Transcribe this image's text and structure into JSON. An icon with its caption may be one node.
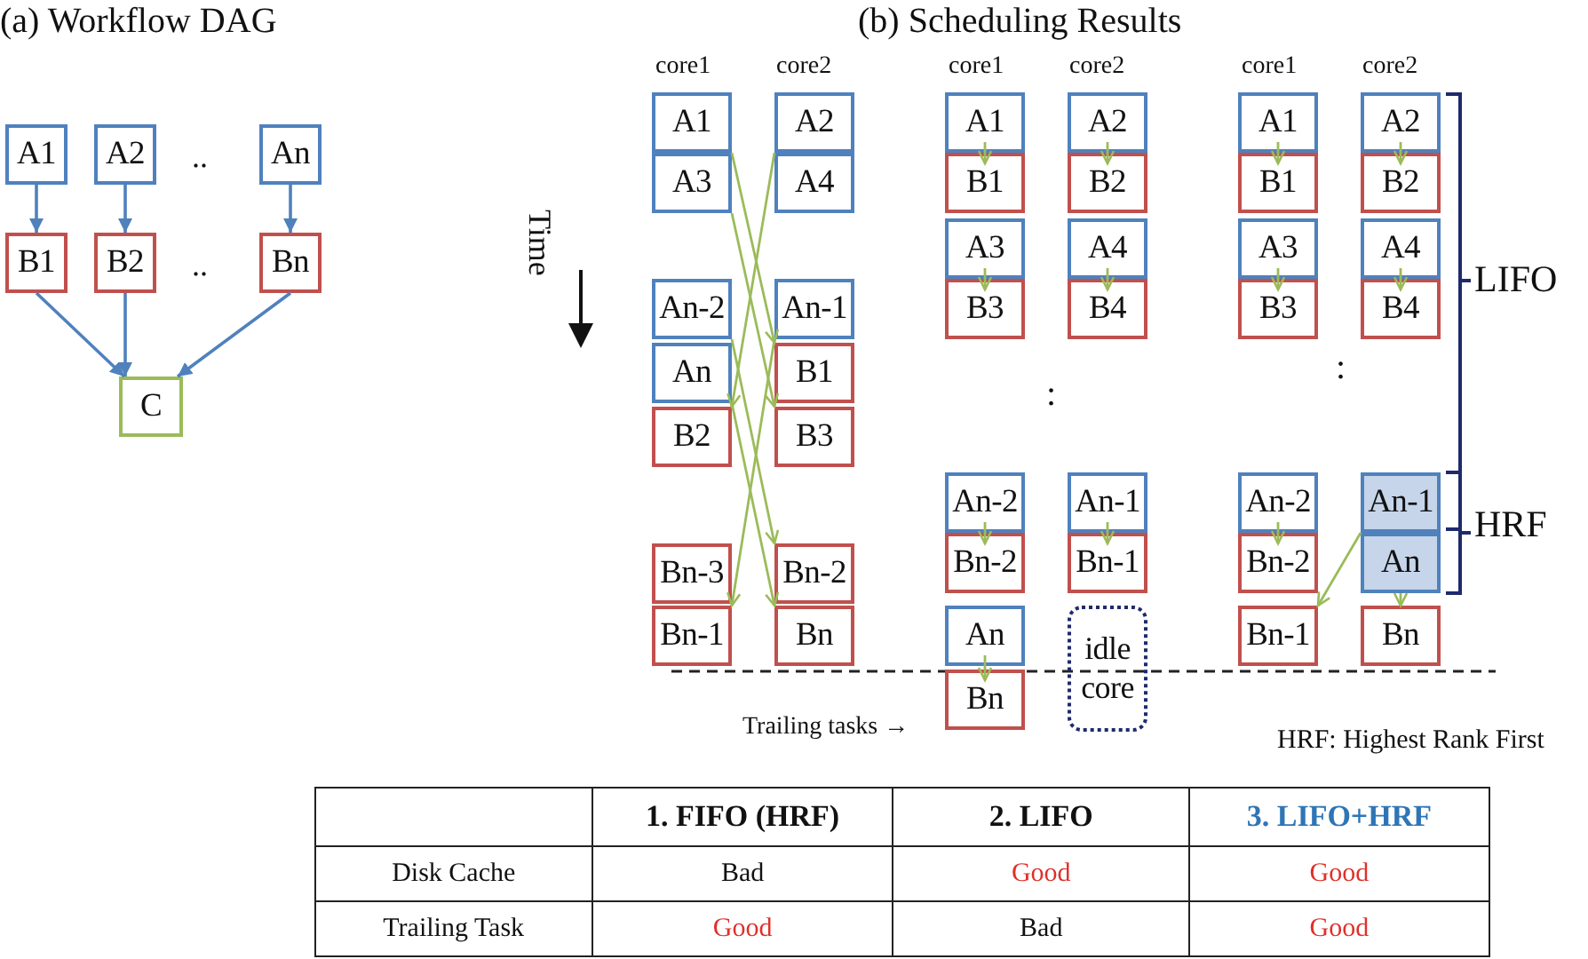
{
  "diagram": {
    "nodes": [
      {
        "text": [
          "A1"
        ]
      },
      {
        "text": [
          "A2"
        ]
      },
      {
        "text": [
          "An"
        ]
      },
      {
        "text": [
          "B1"
        ]
      },
      {
        "text": [
          "B2"
        ]
      },
      {
        "text": [
          "Bn"
        ]
      },
      {
        "text": [
          "C"
        ]
      },
      {
        "text": [
          "A1"
        ]
      },
      {
        "text": [
          "A2"
        ]
      },
      {
        "text": [
          "A3"
        ]
      },
      {
        "text": [
          "A4"
        ]
      },
      {
        "text": [
          "An-2"
        ]
      },
      {
        "text": [
          "An-1"
        ]
      },
      {
        "text": [
          "An"
        ]
      },
      {
        "text": [
          "B1"
        ]
      },
      {
        "text": [
          "B2"
        ]
      },
      {
        "text": [
          "B3"
        ]
      },
      {
        "text": [
          "Bn-3"
        ]
      },
      {
        "text": [
          "Bn-2"
        ]
      },
      {
        "text": [
          "Bn-1"
        ]
      },
      {
        "text": [
          "Bn"
        ]
      },
      {
        "text": [
          "A1"
        ]
      },
      {
        "text": [
          "A2"
        ]
      },
      {
        "text": [
          "B1"
        ]
      },
      {
        "text": [
          "B2"
        ]
      },
      {
        "text": [
          "A3"
        ]
      },
      {
        "text": [
          "A4"
        ]
      },
      {
        "text": [
          "B3"
        ]
      },
      {
        "text": [
          "B4"
        ]
      },
      {
        "text": [
          "An-2"
        ]
      },
      {
        "text": [
          "An-1"
        ]
      },
      {
        "text": [
          "Bn-2"
        ]
      },
      {
        "text": [
          "Bn-1"
        ]
      },
      {
        "text": [
          "An"
        ]
      },
      {
        "text": [
          "idle core"
        ]
      },
      {
        "text": [
          "Bn"
        ]
      },
      {
        "text": [
          "A1"
        ]
      },
      {
        "text": [
          "A2"
        ]
      },
      {
        "text": [
          "B1"
        ]
      },
      {
        "text": [
          "B2"
        ]
      },
      {
        "text": [
          "A3"
        ]
      },
      {
        "text": [
          "A4"
        ]
      },
      {
        "text": [
          "B3"
        ]
      },
      {
        "text": [
          "B4"
        ]
      },
      {
        "text": [
          "An-2"
        ]
      },
      {
        "text": [
          "An-1"
        ]
      },
      {
        "text": [
          "Bn-2"
        ]
      },
      {
        "text": [
          "An"
        ]
      },
      {
        "text": [
          "Bn-1"
        ]
      },
      {
        "text": [
          "Bn"
        ]
      }
    ],
    "edges": [
      {
        "from": 0,
        "to": 3,
        "arrow": "to",
        "color": "#4f81bd"
      },
      {
        "from": 1,
        "to": 4,
        "arrow": "to",
        "color": "#4f81bd"
      },
      {
        "from": 2,
        "to": 5,
        "arrow": "to",
        "color": "#4f81bd"
      },
      {
        "from": 3,
        "to": 6,
        "arrow": "to",
        "color": "#4f81bd"
      },
      {
        "from": 4,
        "to": 6,
        "arrow": "to",
        "color": "#4f81bd"
      },
      {
        "from": 5,
        "to": 6,
        "arrow": "to",
        "color": "#4f81bd"
      },
      {
        "from": 7,
        "to": 14,
        "arrow": "to"
      },
      {
        "from": 8,
        "to": 15,
        "arrow": "to"
      },
      {
        "from": 9,
        "to": 16,
        "arrow": "to"
      },
      {
        "from": 11,
        "to": 18,
        "arrow": "to"
      },
      {
        "from": 12,
        "to": 19,
        "arrow": "to"
      },
      {
        "from": 13,
        "to": 20,
        "arrow": "to"
      },
      {
        "from": 21,
        "to": 23,
        "arrow": "to"
      },
      {
        "from": 22,
        "to": 24,
        "arrow": "to"
      },
      {
        "from": 25,
        "to": 27,
        "arrow": "to"
      },
      {
        "from": 26,
        "to": 28,
        "arrow": "to"
      },
      {
        "from": 29,
        "to": 31,
        "arrow": "to"
      },
      {
        "from": 30,
        "to": 32,
        "arrow": "to"
      },
      {
        "from": 33,
        "to": 35,
        "arrow": "to"
      },
      {
        "from": 36,
        "to": 38,
        "arrow": "to"
      },
      {
        "from": 37,
        "to": 39,
        "arrow": "to"
      },
      {
        "from": 40,
        "to": 42,
        "arrow": "to"
      },
      {
        "from": 41,
        "to": 43,
        "arrow": "to"
      },
      {
        "from": 44,
        "to": 46,
        "arrow": "to"
      },
      {
        "from": 45,
        "to": 48,
        "arrow": "to"
      },
      {
        "from": 47,
        "to": 49,
        "arrow": "to"
      }
    ],
    "labels": [
      "(a) Workflow DAG",
      "(b) Scheduling Results",
      "core1",
      "core2",
      "core1",
      "core2",
      "core1",
      "core2",
      "..",
      "..",
      "Time",
      "LIFO",
      ":",
      ":",
      "HRF",
      "Trailing tasks →",
      "HRF: Highest Rank First",
      "1. FIFO (HRF)",
      "2. LIFO",
      "3. LIFO+HRF",
      "Disk Cache",
      "Bad",
      "Good",
      "Good",
      "Trailing Task",
      "Good",
      "Bad",
      "Good"
    ]
  }
}
